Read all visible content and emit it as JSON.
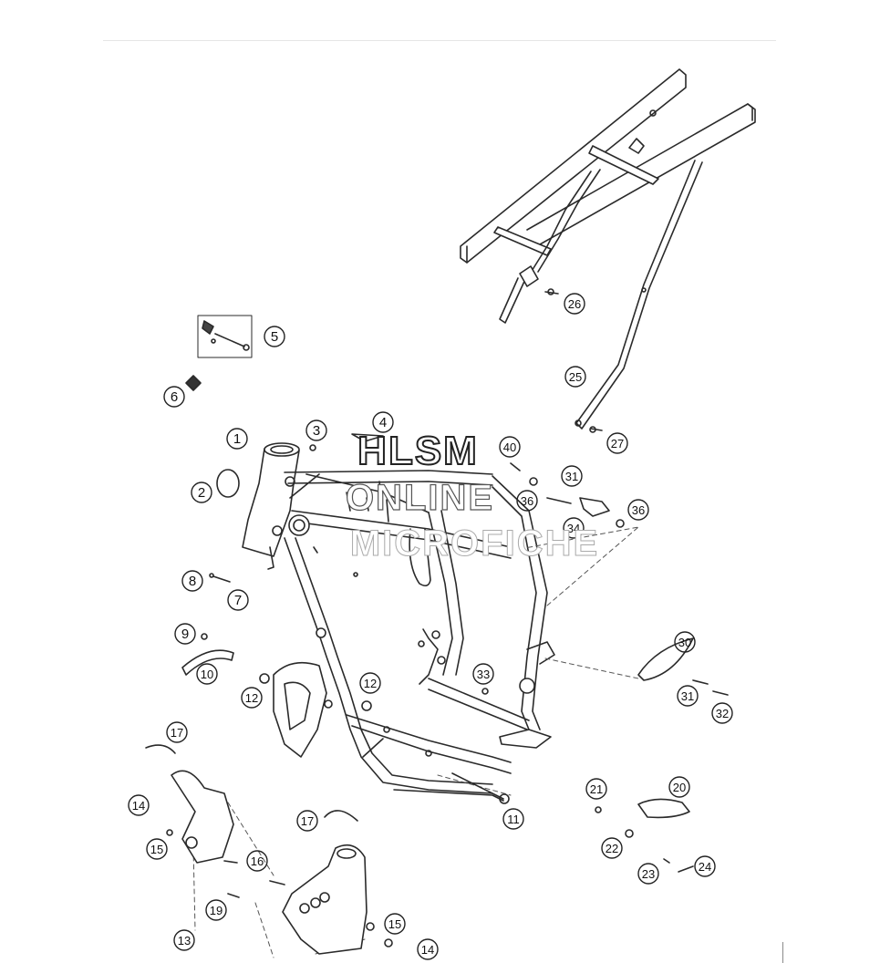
{
  "watermark": {
    "line1": "HLSM",
    "line2": "ONLINE",
    "line3": "MICROFICHE"
  },
  "callouts": [
    {
      "id": "c1",
      "label": "1"
    },
    {
      "id": "c2",
      "label": "2"
    },
    {
      "id": "c3",
      "label": "3"
    },
    {
      "id": "c4",
      "label": "4"
    },
    {
      "id": "c5",
      "label": "5"
    },
    {
      "id": "c6",
      "label": "6"
    },
    {
      "id": "c7",
      "label": "7"
    },
    {
      "id": "c8",
      "label": "8"
    },
    {
      "id": "c9",
      "label": "9"
    },
    {
      "id": "c10",
      "label": "10"
    },
    {
      "id": "c11",
      "label": "11"
    },
    {
      "id": "c12a",
      "label": "12"
    },
    {
      "id": "c12b",
      "label": "12"
    },
    {
      "id": "c13",
      "label": "13"
    },
    {
      "id": "c14a",
      "label": "14"
    },
    {
      "id": "c14b",
      "label": "14"
    },
    {
      "id": "c15a",
      "label": "15"
    },
    {
      "id": "c15b",
      "label": "15"
    },
    {
      "id": "c16",
      "label": "16"
    },
    {
      "id": "c17a",
      "label": "17"
    },
    {
      "id": "c17b",
      "label": "17"
    },
    {
      "id": "c19",
      "label": "19"
    },
    {
      "id": "c20",
      "label": "20"
    },
    {
      "id": "c21",
      "label": "21"
    },
    {
      "id": "c22",
      "label": "22"
    },
    {
      "id": "c23",
      "label": "23"
    },
    {
      "id": "c24",
      "label": "24"
    },
    {
      "id": "c25",
      "label": "25"
    },
    {
      "id": "c26",
      "label": "26"
    },
    {
      "id": "c27",
      "label": "27"
    },
    {
      "id": "c30",
      "label": "30"
    },
    {
      "id": "c31a",
      "label": "31"
    },
    {
      "id": "c31b",
      "label": "31"
    },
    {
      "id": "c32",
      "label": "32"
    },
    {
      "id": "c33",
      "label": "33"
    },
    {
      "id": "c34",
      "label": "34"
    },
    {
      "id": "c36a",
      "label": "36"
    },
    {
      "id": "c36b",
      "label": "36"
    },
    {
      "id": "c40",
      "label": "40"
    }
  ]
}
